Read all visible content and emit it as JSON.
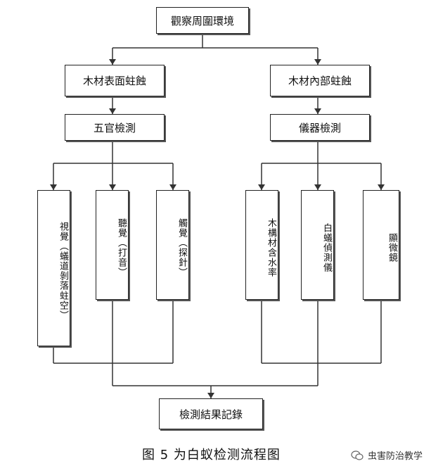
{
  "diagram": {
    "top": "觀察周圍環境",
    "left_branch": "木材表面蛀蝕",
    "right_branch": "木材內部蛀蝕",
    "left_method": "五官檢測",
    "right_method": "儀器檢測",
    "left_items": [
      "視覺（蟻道剝落蛀空）",
      "聽覺（打音）",
      "觸覺（探針）"
    ],
    "right_items": [
      "木構材含水率",
      "白蟻偵測儀",
      "顯微鏡"
    ],
    "result": "檢測結果記錄"
  },
  "caption": "图 5 为白蚁检测流程图",
  "watermark": "虫害防治教学"
}
